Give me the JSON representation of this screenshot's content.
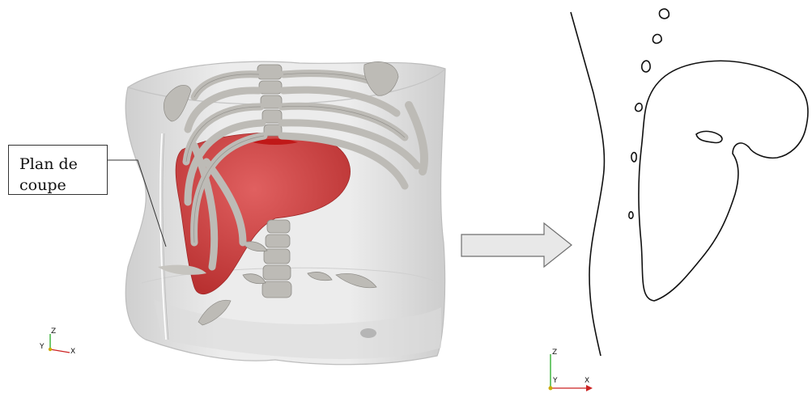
{
  "callout": {
    "line1": "Plan de",
    "line2": "coupe"
  },
  "axes_left": {
    "z": "Z",
    "y": "Y",
    "x": "X"
  },
  "axes_right": {
    "z": "Z",
    "y": "Y",
    "x": "X"
  },
  "colors": {
    "body_fill": "#e6e6e6",
    "bone": "#bdbbb6",
    "liver": "#d44545",
    "arrow_fill": "#e8e8e8",
    "contour": "#111111"
  }
}
